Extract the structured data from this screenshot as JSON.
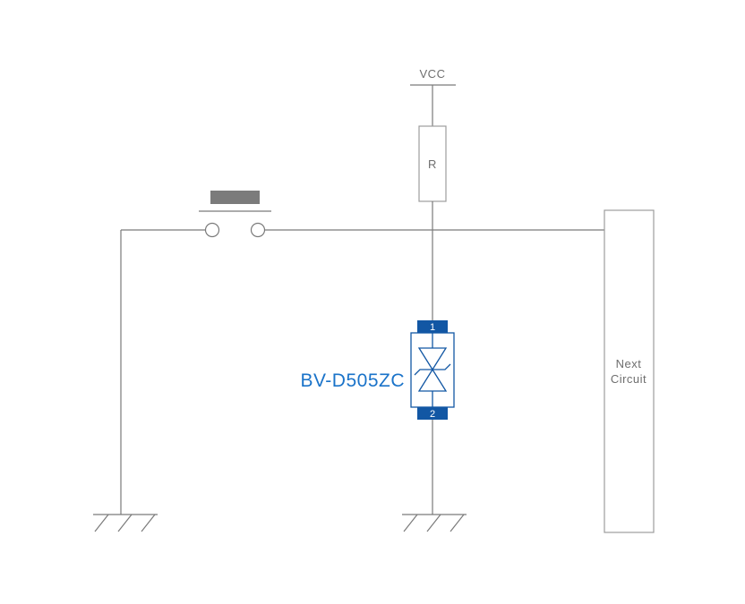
{
  "diagram": {
    "labels": {
      "vcc": "VCC",
      "resistor": "R",
      "component": "BV-D505ZC",
      "pin1": "1",
      "pin2": "2",
      "next_circuit_line1": "Next",
      "next_circuit_line2": "Circuit"
    },
    "colors": {
      "accent_blue": "#1257a4",
      "label_blue": "#1a73c9",
      "wire": "#7a7a7a",
      "box_stroke": "#9c9c9c",
      "button_fill": "#7b7b7b",
      "text_gray": "#6e6e6e"
    }
  }
}
